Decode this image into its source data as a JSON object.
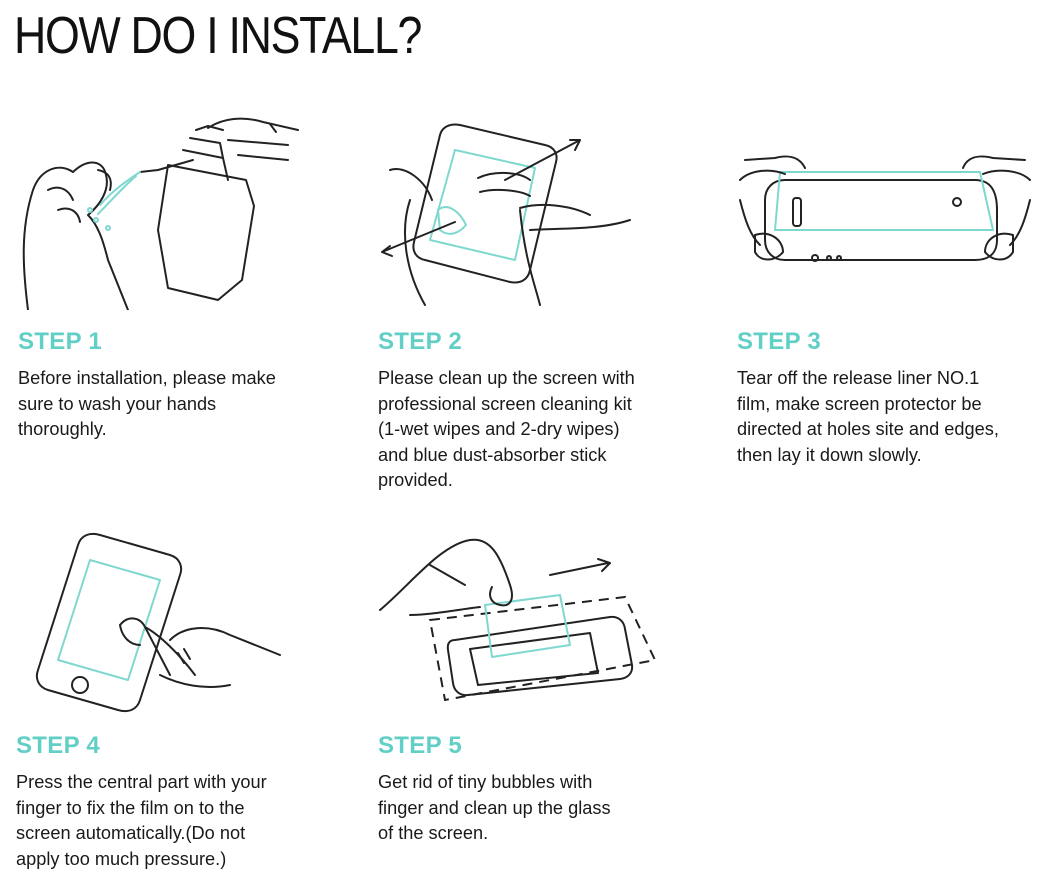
{
  "title": "HOW DO I INSTALL?",
  "accent_color": "#62cfc6",
  "steps": [
    {
      "heading": "STEP 1",
      "text": "Before installation, please make\nsure to wash your hands\nthoroughly.",
      "icon": "hand-washing-icon"
    },
    {
      "heading": "STEP 2",
      "text": "Please clean up the screen with\nprofessional screen cleaning kit\n(1-wet wipes and 2-dry wipes)\nand blue dust-absorber stick\nprovided.",
      "icon": "screen-cleaning-icon"
    },
    {
      "heading": "STEP 3",
      "text": "Tear off the release liner NO.1\nfilm, make screen protector be\ndirected at holes site and edges,\nthen lay it down slowly.",
      "icon": "aligning-protector-icon"
    },
    {
      "heading": "STEP 4",
      "text": "Press the central part with your\nfinger to fix the film on to the\nscreen automatically.(Do not\napply too much pressure.)",
      "icon": "pressing-center-icon"
    },
    {
      "heading": "STEP 5",
      "text": "Get rid of tiny bubbles with\nfinger and clean up the glass\nof the screen.",
      "icon": "removing-bubbles-icon"
    }
  ]
}
